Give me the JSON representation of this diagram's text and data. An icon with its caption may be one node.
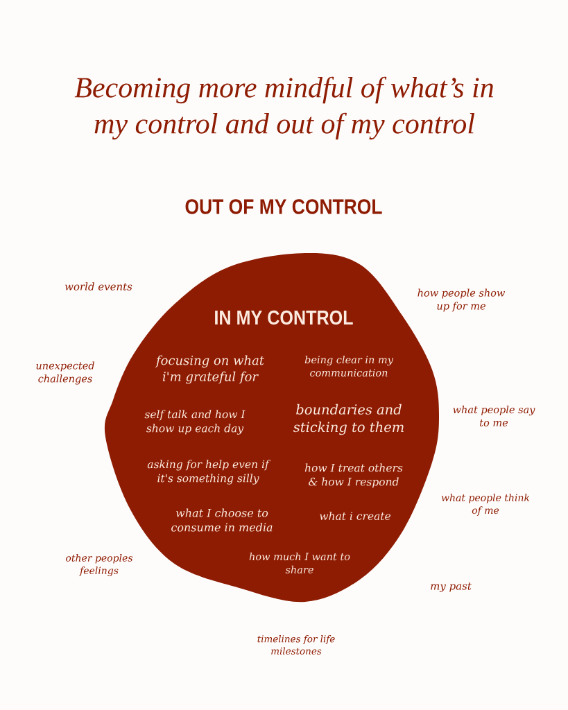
{
  "diagram": {
    "title": "Becoming more mindful of what’s in my control and out of my control",
    "nodes": [
      {
        "text": [
          "IN MY CONTROL",
          "focusing on what i'm grateful for",
          "being clear in my communication",
          "self talk and how I show up each day",
          "boundaries and sticking to them",
          "asking for help even if it's something silly",
          "how I treat others & how I respond",
          "what I choose to consume in media",
          "what i create",
          "how much I want to share"
        ]
      }
    ],
    "labels": [
      "OUT OF MY CONTROL",
      "world events",
      "how people show up for me",
      "unexpected challenges",
      "what people say to me",
      "what people think of me",
      "other peoples feelings",
      "my past",
      "timelines for life milestones"
    ]
  }
}
